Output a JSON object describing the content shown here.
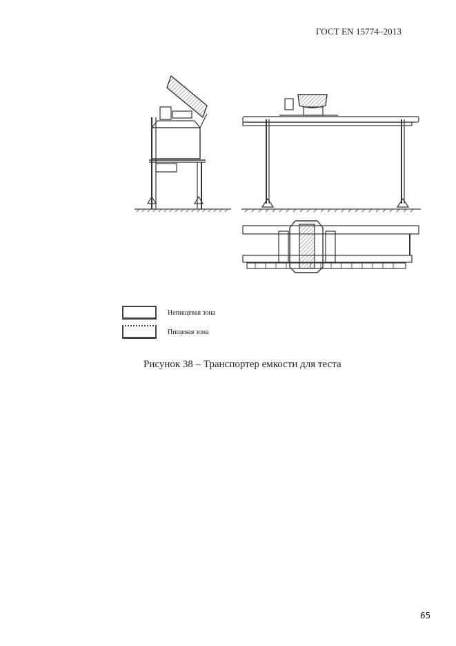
{
  "header": {
    "standard_id": "ГОСТ EN 15774–2013"
  },
  "figure": {
    "views": [
      "side-view",
      "front-view",
      "top-view"
    ],
    "legend": [
      {
        "label": "Непищевая зона",
        "style": "solid"
      },
      {
        "label": "Пищевая зона",
        "style": "dotted"
      }
    ],
    "caption": "Рисунок 38 – Транспортер емкости для теста"
  },
  "footer": {
    "page_number": "65"
  }
}
